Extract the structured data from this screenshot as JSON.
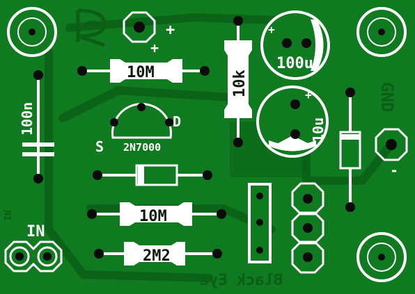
{
  "board": {
    "colors": {
      "substrate": "#0f7a1f",
      "copper_shadow": "#0b6318",
      "silkscreen": "#ffffff",
      "pad_black": "#0b0b0b"
    },
    "labels": {
      "cap_100n": "100n",
      "res_10m_top": "10M",
      "res_10k": "10k",
      "cap_100u": "100u",
      "cap_10u": "10u",
      "transistor": "2N7000",
      "pin_s": "S",
      "pin_d": "D",
      "res_10m_mid": "10M",
      "res_2m2": "2M2",
      "in_label": "IN",
      "in_label_faint": "IN",
      "gnd_label": "GND",
      "minus_label": "-",
      "plus_top": "+",
      "plus_10m": "+",
      "plus_100u": "+",
      "plus_10u": "+",
      "black_eye": "Black Eye"
    }
  }
}
